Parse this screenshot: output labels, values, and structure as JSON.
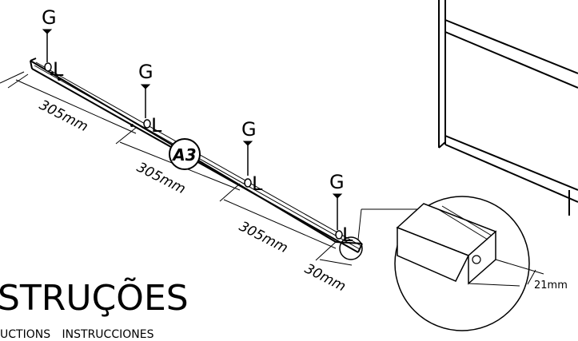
{
  "labels": {
    "screw": "G",
    "bracket": "L",
    "part": "A3"
  },
  "dimensions": {
    "spacing_1": "305mm",
    "spacing_2": "305mm",
    "spacing_3": "305mm",
    "end_offset": "30mm",
    "detail_depth": "21mm"
  },
  "heading": {
    "title": "STRUÇÕES",
    "subtitle": "UCTIONS   INSTRUCCIONES"
  }
}
